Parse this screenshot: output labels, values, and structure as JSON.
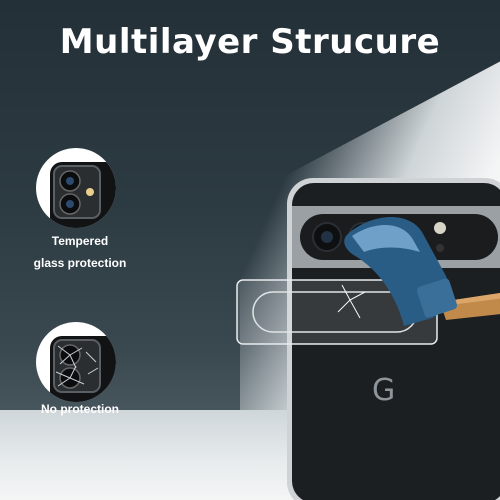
{
  "headline": "Multilayer Strucure",
  "features": [
    {
      "caption_line1": "Tempered",
      "caption_line2": "glass protection",
      "icon": "camera-lens-protected-icon"
    },
    {
      "caption": "No protection",
      "icon": "camera-lens-cracked-icon"
    }
  ],
  "phone": {
    "logo": "G"
  },
  "colors": {
    "background": "#2c3a42",
    "title": "#ffffff",
    "phone_body": "#1c1f22",
    "camera_bar": "#9aa0a4",
    "hammer_head": "#2a5d86",
    "handle": "#c28a4a"
  }
}
